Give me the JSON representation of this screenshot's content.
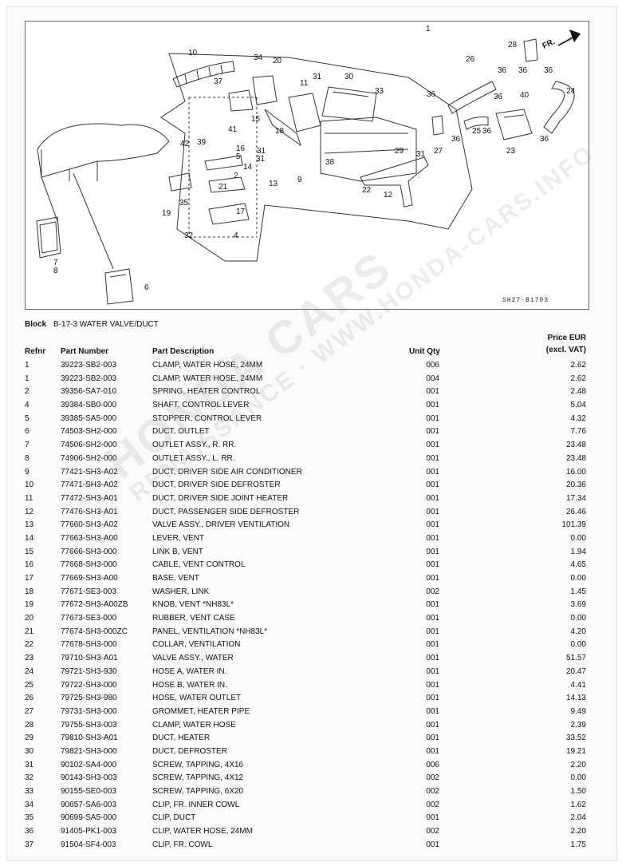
{
  "diagram": {
    "code": "SH27-B1703",
    "direction_label": "FR.",
    "callouts": [
      "1",
      "28",
      "10",
      "34",
      "20",
      "37",
      "31",
      "30",
      "11",
      "33",
      "26",
      "36",
      "36",
      "36",
      "24",
      "36",
      "36",
      "40",
      "42",
      "41",
      "15",
      "18",
      "39",
      "16",
      "5",
      "31",
      "25",
      "27",
      "36",
      "36",
      "23",
      "36",
      "14",
      "2",
      "31",
      "29",
      "31",
      "38",
      "9",
      "13",
      "22",
      "12",
      "35",
      "21",
      "17",
      "19",
      "32",
      "4",
      "7",
      "8",
      "6"
    ]
  },
  "block": {
    "label": "Block",
    "title": "B-17-3 WATER VALVE/DUCT"
  },
  "table": {
    "headers": {
      "refnr": "Refnr",
      "part_number": "Part Number",
      "description": "Part Description",
      "qty": "Unit Qty",
      "price_line1": "Price EUR",
      "price_line2": "(excl. VAT)"
    },
    "rows": [
      {
        "ref": "1",
        "pn": "39223-SB2-003",
        "desc": "CLAMP, WATER HOSE, 24MM",
        "qty": "006",
        "price": "2.62"
      },
      {
        "ref": "1",
        "pn": "39223-SB2-003",
        "desc": "CLAMP, WATER HOSE, 24MM",
        "qty": "004",
        "price": "2.62"
      },
      {
        "ref": "2",
        "pn": "39356-SA7-010",
        "desc": "SPRING, HEATER CONTROL",
        "qty": "001",
        "price": "2.48"
      },
      {
        "ref": "4",
        "pn": "39384-SB0-000",
        "desc": "SHAFT, CONTROL LEVER",
        "qty": "001",
        "price": "5.04"
      },
      {
        "ref": "5",
        "pn": "39385-SA5-000",
        "desc": "STOPPER, CONTROL LEVER",
        "qty": "001",
        "price": "4.32"
      },
      {
        "ref": "6",
        "pn": "74503-SH2-000",
        "desc": "DUCT, OUTLET",
        "qty": "001",
        "price": "7.76"
      },
      {
        "ref": "7",
        "pn": "74506-SH2-000",
        "desc": "OUTLET ASSY., R. RR.",
        "qty": "001",
        "price": "23.48"
      },
      {
        "ref": "8",
        "pn": "74906-SH2-000",
        "desc": "OUTLET ASSY., L. RR.",
        "qty": "001",
        "price": "23.48"
      },
      {
        "ref": "9",
        "pn": "77421-SH3-A02",
        "desc": "DUCT, DRIVER SIDE AIR CONDITIONER",
        "qty": "001",
        "price": "16.00"
      },
      {
        "ref": "10",
        "pn": "77471-SH3-A02",
        "desc": "DUCT, DRIVER SIDE DEFROSTER",
        "qty": "001",
        "price": "20.36"
      },
      {
        "ref": "11",
        "pn": "77472-SH3-A01",
        "desc": "DUCT, DRIVER SIDE JOINT HEATER",
        "qty": "001",
        "price": "17.34"
      },
      {
        "ref": "12",
        "pn": "77476-SH3-A01",
        "desc": "DUCT, PASSENGER SIDE DEFROSTER",
        "qty": "001",
        "price": "26.46"
      },
      {
        "ref": "13",
        "pn": "77660-SH3-A02",
        "desc": "VALVE ASSY., DRIVER VENTILATION",
        "qty": "001",
        "price": "101.39"
      },
      {
        "ref": "14",
        "pn": "77663-SH3-A00",
        "desc": "LEVER, VENT",
        "qty": "001",
        "price": "0.00"
      },
      {
        "ref": "15",
        "pn": "77666-SH3-000",
        "desc": "LINK B, VENT",
        "qty": "001",
        "price": "1.94"
      },
      {
        "ref": "16",
        "pn": "77668-SH3-000",
        "desc": "CABLE, VENT CONTROL",
        "qty": "001",
        "price": "4.65"
      },
      {
        "ref": "17",
        "pn": "77669-SH3-A00",
        "desc": "BASE, VENT",
        "qty": "001",
        "price": "0.00"
      },
      {
        "ref": "18",
        "pn": "77671-SE3-003",
        "desc": "WASHER, LINK",
        "qty": "002",
        "price": "1.45"
      },
      {
        "ref": "19",
        "pn": "77672-SH3-A00ZB",
        "desc": "KNOB, VENT *NH83L*",
        "qty": "001",
        "price": "3.69"
      },
      {
        "ref": "20",
        "pn": "77673-SE3-000",
        "desc": "RUBBER, VENT CASE",
        "qty": "001",
        "price": "0.00"
      },
      {
        "ref": "21",
        "pn": "77674-SH3-000ZC",
        "desc": "PANEL, VENTILATION *NH83L*",
        "qty": "001",
        "price": "4.20"
      },
      {
        "ref": "22",
        "pn": "77678-SH3-000",
        "desc": "COLLAR, VENTILATION",
        "qty": "001",
        "price": "0.00"
      },
      {
        "ref": "23",
        "pn": "79710-SH3-A01",
        "desc": "VALVE ASSY., WATER",
        "qty": "001",
        "price": "51.57"
      },
      {
        "ref": "24",
        "pn": "79721-SH3-930",
        "desc": "HOSE A, WATER IN.",
        "qty": "001",
        "price": "20.47"
      },
      {
        "ref": "25",
        "pn": "79722-SH3-000",
        "desc": "HOSE B, WATER IN.",
        "qty": "001",
        "price": "4.41"
      },
      {
        "ref": "26",
        "pn": "79725-SH3-980",
        "desc": "HOSE, WATER OUTLET",
        "qty": "001",
        "price": "14.13"
      },
      {
        "ref": "27",
        "pn": "79731-SH3-000",
        "desc": "GROMMET, HEATER PIPE",
        "qty": "001",
        "price": "9.49"
      },
      {
        "ref": "28",
        "pn": "79755-SH3-003",
        "desc": "CLAMP, WATER HOSE",
        "qty": "001",
        "price": "2.39"
      },
      {
        "ref": "29",
        "pn": "79810-SH3-A01",
        "desc": "DUCT, HEATER",
        "qty": "001",
        "price": "33.52"
      },
      {
        "ref": "30",
        "pn": "79821-SH3-000",
        "desc": "DUCT, DEFROSTER",
        "qty": "001",
        "price": "19.21"
      },
      {
        "ref": "31",
        "pn": "90102-SA4-000",
        "desc": "SCREW, TAPPING, 4X16",
        "qty": "006",
        "price": "2.20"
      },
      {
        "ref": "32",
        "pn": "90143-SH3-003",
        "desc": "SCREW, TAPPING, 4X12",
        "qty": "002",
        "price": "0.00"
      },
      {
        "ref": "33",
        "pn": "90155-SE0-003",
        "desc": "SCREW, TAPPING, 6X20",
        "qty": "002",
        "price": "1.50"
      },
      {
        "ref": "34",
        "pn": "90657-SA6-003",
        "desc": "CLIP, FR. INNER COWL",
        "qty": "002",
        "price": "1.62"
      },
      {
        "ref": "35",
        "pn": "90699-SA5-000",
        "desc": "CLIP, DUCT",
        "qty": "001",
        "price": "2.04"
      },
      {
        "ref": "36",
        "pn": "91405-PK1-003",
        "desc": "CLIP, WATER HOSE, 24MM",
        "qty": "002",
        "price": "2.20"
      },
      {
        "ref": "37",
        "pn": "91504-SF4-003",
        "desc": "CLIP, FR. COWL",
        "qty": "001",
        "price": "1.75"
      }
    ]
  }
}
